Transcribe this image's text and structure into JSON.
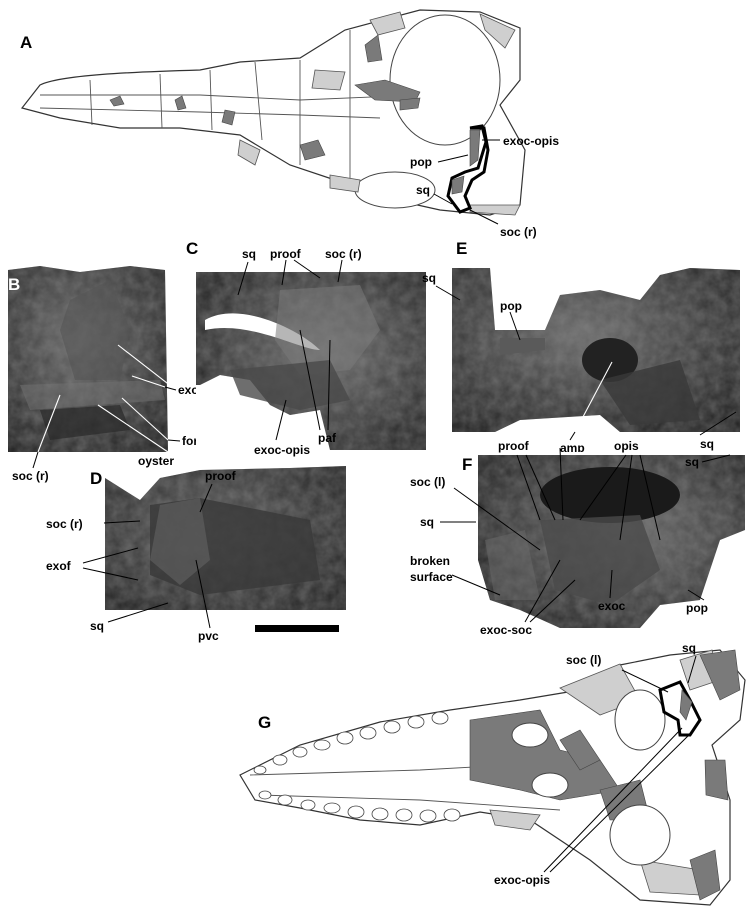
{
  "panels": {
    "A": {
      "letter": "A",
      "labels": {
        "pop": "pop",
        "exoc_opis": "exoc-opis",
        "sq": "sq",
        "soc_r": "soc (r)"
      }
    },
    "B": {
      "letter": "B",
      "labels": {
        "exof": "exof",
        "formag": "formag",
        "oyster": "oyster",
        "soc_r": "soc (r)"
      }
    },
    "C": {
      "letter": "C",
      "labels": {
        "sq": "sq",
        "proof": "proof",
        "soc_r": "soc (r)",
        "paf": "paf",
        "exoc_opis": "exoc-opis"
      }
    },
    "D": {
      "letter": "D",
      "labels": {
        "proof": "proof",
        "soc_r": "soc (r)",
        "exof": "exof",
        "sq": "sq",
        "pvc": "pvc"
      }
    },
    "E": {
      "letter": "E",
      "labels": {
        "sq": "sq",
        "pop": "pop",
        "amp": "amp",
        "sq2": "sq"
      }
    },
    "F": {
      "letter": "F",
      "labels": {
        "proof": "proof",
        "opis": "opis",
        "soc_l": "soc (l)",
        "sq": "sq",
        "broken1": "broken",
        "broken2": "surface",
        "sq2": "sq",
        "pop": "pop",
        "exoc": "exoc",
        "exoc_soc": "exoc-soc"
      }
    },
    "G": {
      "letter": "G",
      "labels": {
        "soc_l": "soc (l)",
        "sq": "sq",
        "exoc_opis": "exoc-opis"
      }
    }
  },
  "colors": {
    "photo_dark": "#2a2a2a",
    "photo_mid": "#5a5a5a",
    "light_gray": "#cfcfcf",
    "dark_gray": "#7a7a7a"
  }
}
